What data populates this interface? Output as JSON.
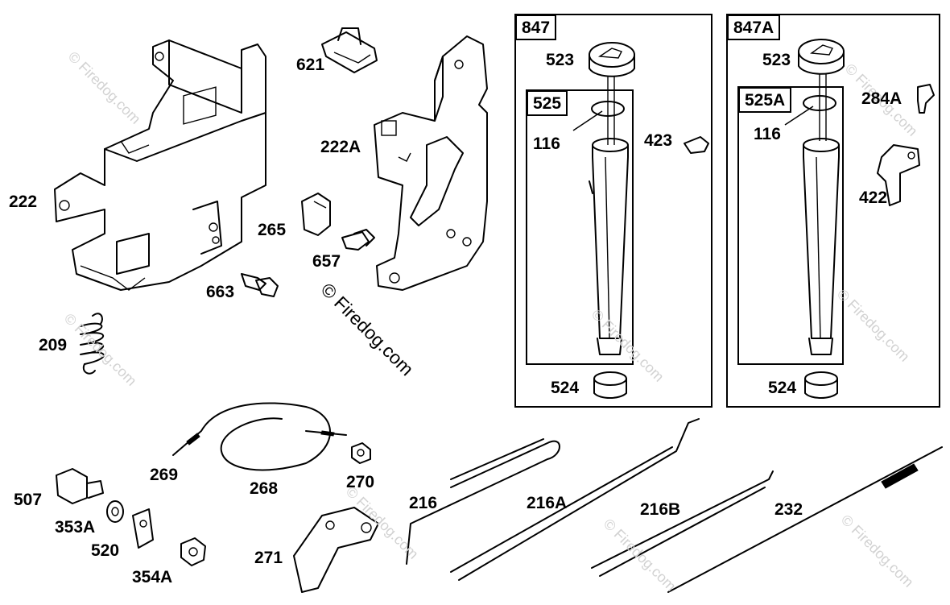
{
  "watermark": {
    "main": "© Firedog.com",
    "faint": "© Firedog.com"
  },
  "boxes": {
    "box_847": "847",
    "box_847A": "847A",
    "box_525": "525",
    "box_525A": "525A"
  },
  "labels": {
    "l222": "222",
    "l621": "621",
    "l222A": "222A",
    "l265": "265",
    "l657": "657",
    "l663": "663",
    "l209": "209",
    "l523a": "523",
    "l116a": "116",
    "l423": "423",
    "l524a": "524",
    "l523b": "523",
    "l284A": "284A",
    "l116b": "116",
    "l422": "422",
    "l524b": "524",
    "l269": "269",
    "l268": "268",
    "l270": "270",
    "l507": "507",
    "l353A": "353A",
    "l520": "520",
    "l354A": "354A",
    "l271": "271",
    "l216": "216",
    "l216A": "216A",
    "l216B": "216B",
    "l232": "232"
  }
}
